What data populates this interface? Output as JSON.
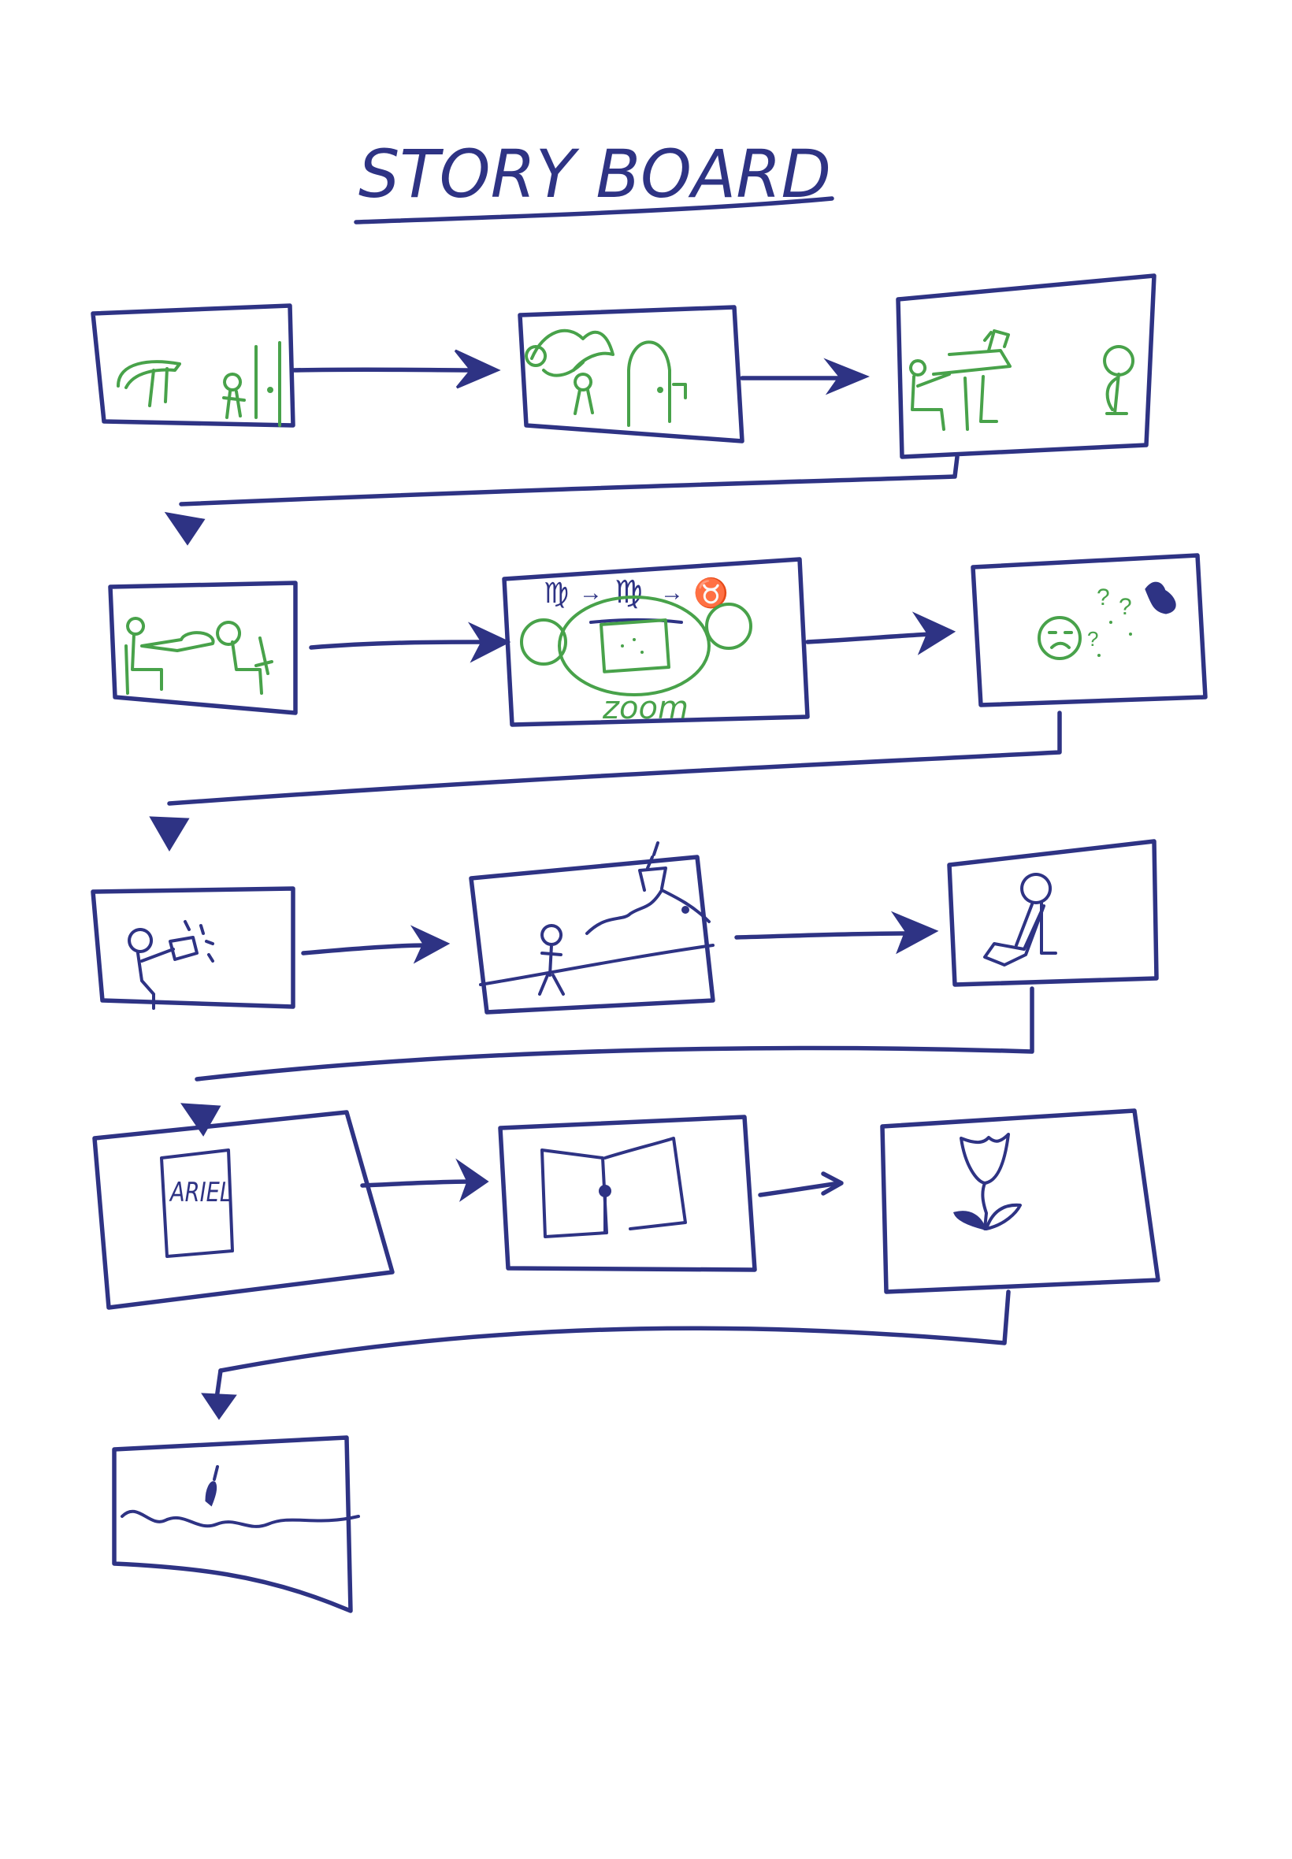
{
  "title": "STORY BOARD",
  "ink_colors": {
    "frame": "#2e3384",
    "sketch": "#48a24a"
  },
  "frames": [
    {
      "id": 1,
      "ink": "green"
    },
    {
      "id": 2,
      "ink": "green"
    },
    {
      "id": 3,
      "ink": "green"
    },
    {
      "id": 4,
      "ink": "green"
    },
    {
      "id": 5,
      "ink": "green",
      "caption": "zoom",
      "top_notes": [
        "♍",
        "→",
        "♍",
        "→",
        "♉"
      ]
    },
    {
      "id": 6,
      "ink": "green",
      "marks": [
        "?",
        "?",
        "?"
      ]
    },
    {
      "id": 7,
      "ink": "blue"
    },
    {
      "id": 8,
      "ink": "blue"
    },
    {
      "id": 9,
      "ink": "blue"
    },
    {
      "id": 10,
      "ink": "blue",
      "sign_text": "ARIEL"
    },
    {
      "id": 11,
      "ink": "blue"
    },
    {
      "id": 12,
      "ink": "blue"
    },
    {
      "id": 13,
      "ink": "blue"
    }
  ]
}
